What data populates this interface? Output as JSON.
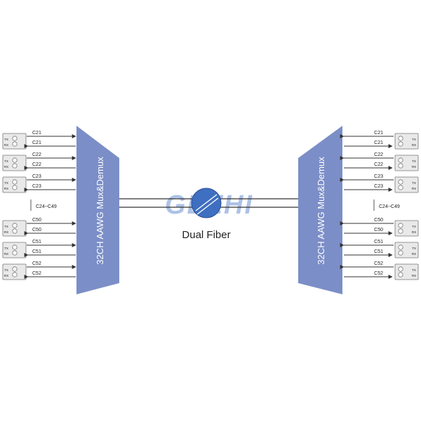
{
  "diagram": {
    "left_mux_label": "32CH AAWG Mux&Demux",
    "right_mux_label": "32CH AAWG Mux&Demux",
    "link_label": "Dual Fiber",
    "watermark": "GEZHI",
    "range_note_left": "C24~C49",
    "range_note_right": "C24~C49",
    "transceiver": {
      "tx_label": "TX",
      "rx_label": "RX"
    },
    "channel_groups": [
      {
        "channel": "C21",
        "tx_label": "C21",
        "rx_label": "C21"
      },
      {
        "channel": "C22",
        "tx_label": "C22",
        "rx_label": "C22"
      },
      {
        "channel": "C23",
        "tx_label": "C23",
        "rx_label": "C23"
      },
      {
        "channel": "C50",
        "tx_label": "C50",
        "rx_label": "C50"
      },
      {
        "channel": "C51",
        "tx_label": "C51",
        "rx_label": "C51"
      },
      {
        "channel": "C52",
        "tx_label": "C52",
        "rx_label": "C52"
      }
    ],
    "colors": {
      "mux_fill": "#7b8ec7",
      "mux_text": "#ffffff",
      "line": "#333333",
      "label": "#222222",
      "watermark": "#4a78c8",
      "globe": "#3f6fc0",
      "module_fill": "#e9e9e9",
      "module_stroke": "#777777"
    }
  }
}
